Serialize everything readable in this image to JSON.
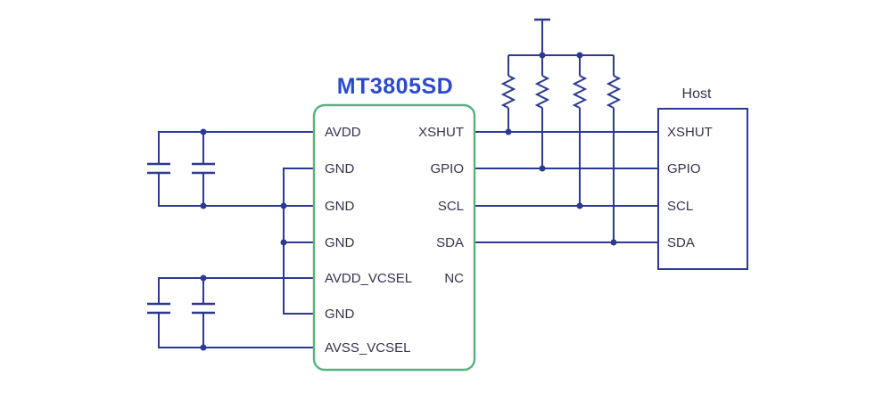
{
  "diagram": {
    "title": "MT3805SD",
    "chip": {
      "left_pins": [
        "AVDD",
        "GND",
        "GND",
        "GND",
        "AVDD_VCSEL",
        "GND",
        "AVSS_VCSEL"
      ],
      "right_pins": [
        "XSHUT",
        "GPIO",
        "SCL",
        "SDA",
        "NC"
      ]
    },
    "host": {
      "label": "Host",
      "pins": [
        "XSHUT",
        "GPIO",
        "SCL",
        "SDA"
      ]
    },
    "components": {
      "pullup_resistors": 4,
      "bypass_capacitors": 4
    },
    "symbols": {
      "resistor_icon": "vertical-zigzag",
      "capacitor_icon": "parallel-plates",
      "supply_icon": "t-bar"
    },
    "colors": {
      "wire": "#2b3990",
      "chip_outline": "#56b381",
      "title": "#2b4ad0",
      "text": "#33334d",
      "background": "#ffffff"
    }
  }
}
